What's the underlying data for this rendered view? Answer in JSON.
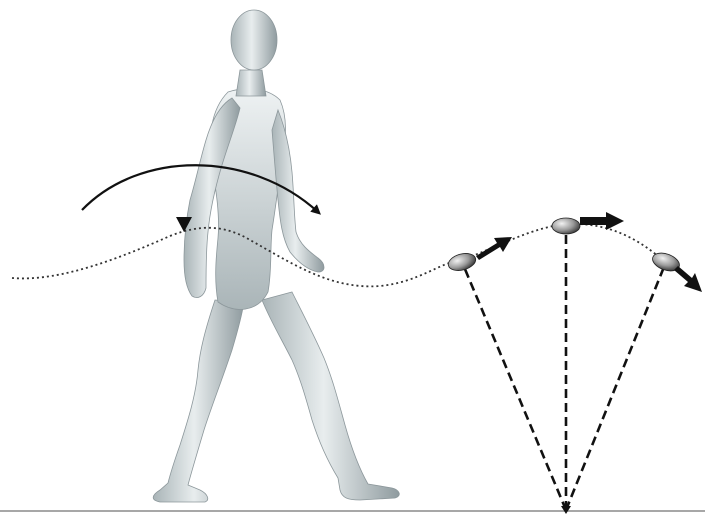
{
  "figure": {
    "subject": "walking-human-figure",
    "elements": [
      {
        "name": "human-figure",
        "shading": "grey-gradient"
      },
      {
        "name": "center-of-mass-path",
        "style": "dotted"
      },
      {
        "name": "forward-rotation-arrow",
        "style": "solid-curved"
      },
      {
        "name": "inverted-pendulum",
        "style": "dashed",
        "rods": 3
      }
    ],
    "colors": {
      "background": "#ffffff",
      "ink": "#111111",
      "figure_light": "#e8edee",
      "figure_mid": "#b9c3c6",
      "figure_dark": "#7f8b8f",
      "ground": "#8a8a8a"
    },
    "icons": [
      "velocity-arrow-icon",
      "pendulum-bob-icon"
    ]
  }
}
